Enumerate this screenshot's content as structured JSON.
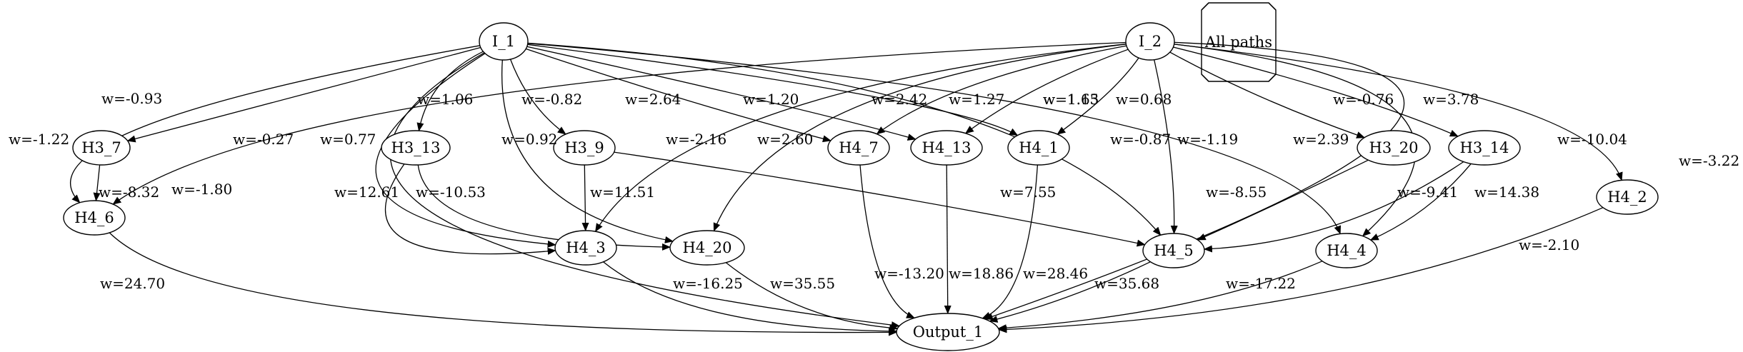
{
  "legend": {
    "label": "All paths"
  },
  "nodes": [
    {
      "id": "I_1",
      "label": "I_1"
    },
    {
      "id": "I_2",
      "label": "I_2"
    },
    {
      "id": "H3_7",
      "label": "H3_7"
    },
    {
      "id": "H3_13",
      "label": "H3_13"
    },
    {
      "id": "H3_9",
      "label": "H3_9"
    },
    {
      "id": "H3_20",
      "label": "H3_20"
    },
    {
      "id": "H3_14",
      "label": "H3_14"
    },
    {
      "id": "H4_7",
      "label": "H4_7"
    },
    {
      "id": "H4_13",
      "label": "H4_13"
    },
    {
      "id": "H4_1",
      "label": "H4_1"
    },
    {
      "id": "H4_2",
      "label": "H4_2"
    },
    {
      "id": "H4_6",
      "label": "H4_6"
    },
    {
      "id": "H4_3",
      "label": "H4_3"
    },
    {
      "id": "H4_20",
      "label": "H4_20"
    },
    {
      "id": "H4_5",
      "label": "H4_5"
    },
    {
      "id": "H4_4",
      "label": "H4_4"
    },
    {
      "id": "Output_1",
      "label": "Output_1"
    }
  ],
  "edges": [
    {
      "from": "I_1",
      "to": "H3_7",
      "label": "w=-0.93"
    },
    {
      "from": "I_1",
      "to": "H4_6",
      "label": "w=-1.22"
    },
    {
      "from": "I_1",
      "to": "Output_1",
      "label": "w=-1.80"
    },
    {
      "from": "I_1",
      "to": "H4_3",
      "label": "w=-0.27"
    },
    {
      "from": "I_1",
      "to": "H3_13",
      "label": "w=1.06"
    },
    {
      "from": "I_1",
      "to": "H4_20",
      "label": "w=0.92"
    },
    {
      "from": "I_1",
      "to": "H3_9",
      "label": "w=-0.82"
    },
    {
      "from": "I_1",
      "to": "H4_7",
      "label": "w=2.64"
    },
    {
      "from": "I_1",
      "to": "H4_13",
      "label": "w=1.20"
    },
    {
      "from": "I_1",
      "to": "H4_1",
      "label": "w=2.42"
    },
    {
      "from": "I_1",
      "to": "H4_5",
      "label": "w=1.63"
    },
    {
      "from": "I_1",
      "to": "H4_4",
      "label": "w=2.39"
    },
    {
      "from": "I_2",
      "to": "H4_6",
      "label": "w=0.77"
    },
    {
      "from": "I_2",
      "to": "H4_3",
      "label": "w=-2.16"
    },
    {
      "from": "I_2",
      "to": "H4_20",
      "label": "w=2.60"
    },
    {
      "from": "I_2",
      "to": "H4_7",
      "label": "w=1.27"
    },
    {
      "from": "I_2",
      "to": "H4_13",
      "label": "w=1.15"
    },
    {
      "from": "I_2",
      "to": "H4_1",
      "label": "w=0.68"
    },
    {
      "from": "I_2",
      "to": "H4_5",
      "label": "w=-1.19"
    },
    {
      "from": "I_2",
      "to": "H3_20",
      "label": "w=-0.87"
    },
    {
      "from": "I_2",
      "to": "H3_14",
      "label": "w=-0.76"
    },
    {
      "from": "I_2",
      "to": "H4_4",
      "label": "w=3.78"
    },
    {
      "from": "I_2",
      "to": "H4_2",
      "label": "w=-10.04"
    },
    {
      "from": "I_2",
      "to": "Output_1",
      "label": "w=-3.22"
    },
    {
      "from": "H3_7",
      "to": "H4_6",
      "label": "w=-8.32"
    },
    {
      "from": "H3_13",
      "to": "H4_3",
      "label": "w=12.61"
    },
    {
      "from": "H3_13",
      "to": "H4_20",
      "label": "w=-10.53"
    },
    {
      "from": "H3_9",
      "to": "H4_3",
      "label": "w=11.51"
    },
    {
      "from": "H3_9",
      "to": "H4_5",
      "label": "w=7.55"
    },
    {
      "from": "H3_20",
      "to": "H4_5",
      "label": "w=-8.55"
    },
    {
      "from": "H3_14",
      "to": "H4_5",
      "label": "w=-9.41"
    },
    {
      "from": "H3_14",
      "to": "H4_4",
      "label": "w=14.38"
    },
    {
      "from": "H4_6",
      "to": "Output_1",
      "label": "w=24.70"
    },
    {
      "from": "H4_3",
      "to": "Output_1",
      "label": "w=-16.25"
    },
    {
      "from": "H4_20",
      "to": "Output_1",
      "label": "w=35.55"
    },
    {
      "from": "H4_7",
      "to": "Output_1",
      "label": "w=-13.20"
    },
    {
      "from": "H4_13",
      "to": "Output_1",
      "label": "w=18.86"
    },
    {
      "from": "H4_1",
      "to": "Output_1",
      "label": "w=28.46"
    },
    {
      "from": "H4_5",
      "to": "Output_1",
      "label": "w=35.68"
    },
    {
      "from": "H4_4",
      "to": "Output_1",
      "label": "w=-17.22"
    },
    {
      "from": "H4_2",
      "to": "Output_1",
      "label": "w=-2.10"
    }
  ]
}
